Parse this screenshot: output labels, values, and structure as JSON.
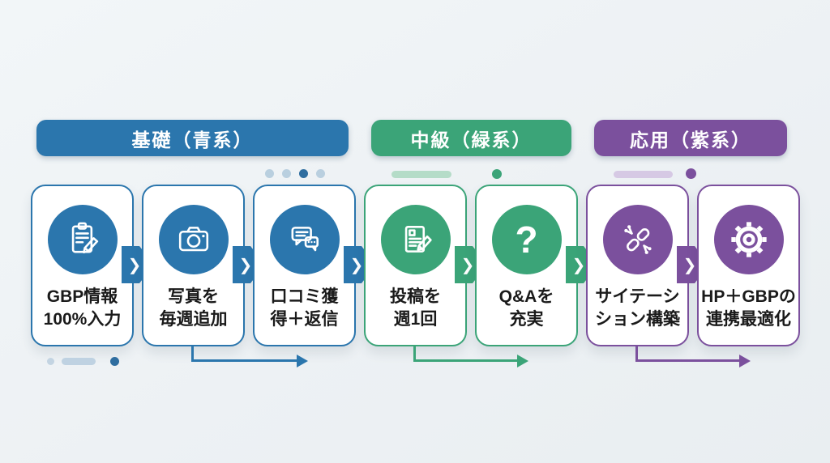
{
  "palette": {
    "blue": "#2b76ad",
    "blue_light": "#b9cfdf",
    "green": "#3ba478",
    "green_light": "#b5dcc8",
    "purple": "#7b509d",
    "purple_light": "#d6c9e4",
    "background": "#edf1f4",
    "card_bg": "#ffffff",
    "text": "#1a1a1a",
    "icon_stroke": "#ffffff"
  },
  "headers": [
    {
      "label": "基礎（青系）",
      "color": "blue"
    },
    {
      "label": "中級（緑系）",
      "color": "green"
    },
    {
      "label": "応用（紫系）",
      "color": "purple"
    }
  ],
  "arrow_glyph": "❯",
  "steps": [
    {
      "icon": "clipboard-pencil-icon",
      "color": "blue",
      "line1": "GBP情報",
      "line2": "100%入力"
    },
    {
      "icon": "camera-icon",
      "color": "blue",
      "line1": "写真を",
      "line2": "毎週追加"
    },
    {
      "icon": "chat-bubbles-icon",
      "color": "blue",
      "line1": "口コミ獲",
      "line2": "得＋返信"
    },
    {
      "icon": "post-pencil-icon",
      "color": "green",
      "line1": "投稿を",
      "line2": "週1回"
    },
    {
      "icon": "question-mark-icon",
      "color": "green",
      "glyph": "?",
      "line1": "Q&Aを",
      "line2": "充実"
    },
    {
      "icon": "citation-link-icon",
      "color": "purple",
      "line1": "サイテーシ",
      "line2": "ション構築"
    },
    {
      "icon": "gear-icon",
      "color": "purple",
      "line1": "HP＋GBPの",
      "line2": "連携最適化"
    }
  ]
}
